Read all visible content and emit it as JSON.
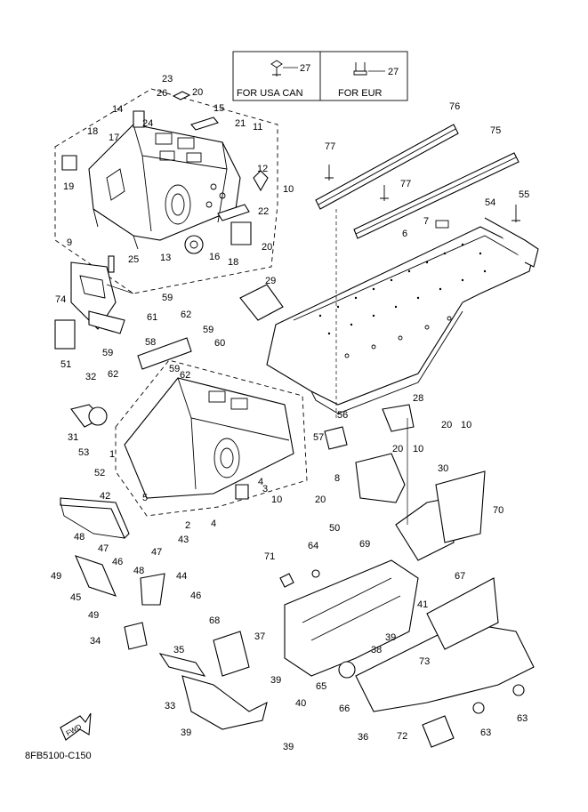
{
  "diagram_code": "8FB5100-C150",
  "variant_box": {
    "left_label": "FOR USA CAN",
    "right_label": "FOR EUR",
    "left_part": "27",
    "right_part": "27"
  },
  "fwd_label": "FWD",
  "callouts": [
    {
      "id": "c1",
      "text": "1"
    },
    {
      "id": "c2",
      "text": "2"
    },
    {
      "id": "c3",
      "text": "3"
    },
    {
      "id": "c4a",
      "text": "4"
    },
    {
      "id": "c4b",
      "text": "4"
    },
    {
      "id": "c5",
      "text": "5"
    },
    {
      "id": "c6",
      "text": "6"
    },
    {
      "id": "c7",
      "text": "7"
    },
    {
      "id": "c8",
      "text": "8"
    },
    {
      "id": "c9",
      "text": "9"
    },
    {
      "id": "c10a",
      "text": "10"
    },
    {
      "id": "c10b",
      "text": "10"
    },
    {
      "id": "c10c",
      "text": "10"
    },
    {
      "id": "c10d",
      "text": "10"
    },
    {
      "id": "c11",
      "text": "11"
    },
    {
      "id": "c12",
      "text": "12"
    },
    {
      "id": "c13",
      "text": "13"
    },
    {
      "id": "c14",
      "text": "14"
    },
    {
      "id": "c15",
      "text": "15"
    },
    {
      "id": "c16",
      "text": "16"
    },
    {
      "id": "c17",
      "text": "17"
    },
    {
      "id": "c18a",
      "text": "18"
    },
    {
      "id": "c18b",
      "text": "18"
    },
    {
      "id": "c19",
      "text": "19"
    },
    {
      "id": "c20a",
      "text": "20"
    },
    {
      "id": "c20b",
      "text": "20"
    },
    {
      "id": "c20c",
      "text": "20"
    },
    {
      "id": "c20d",
      "text": "20"
    },
    {
      "id": "c20e",
      "text": "20"
    },
    {
      "id": "c21",
      "text": "21"
    },
    {
      "id": "c22",
      "text": "22"
    },
    {
      "id": "c23",
      "text": "23"
    },
    {
      "id": "c24",
      "text": "24"
    },
    {
      "id": "c25",
      "text": "25"
    },
    {
      "id": "c26",
      "text": "26"
    },
    {
      "id": "c28",
      "text": "28"
    },
    {
      "id": "c29",
      "text": "29"
    },
    {
      "id": "c30",
      "text": "30"
    },
    {
      "id": "c31",
      "text": "31"
    },
    {
      "id": "c32",
      "text": "32"
    },
    {
      "id": "c33",
      "text": "33"
    },
    {
      "id": "c34",
      "text": "34"
    },
    {
      "id": "c35",
      "text": "35"
    },
    {
      "id": "c36",
      "text": "36"
    },
    {
      "id": "c37",
      "text": "37"
    },
    {
      "id": "c38",
      "text": "38"
    },
    {
      "id": "c39a",
      "text": "39"
    },
    {
      "id": "c39b",
      "text": "39"
    },
    {
      "id": "c39c",
      "text": "39"
    },
    {
      "id": "c39d",
      "text": "39"
    },
    {
      "id": "c40",
      "text": "40"
    },
    {
      "id": "c41",
      "text": "41"
    },
    {
      "id": "c42",
      "text": "42"
    },
    {
      "id": "c43",
      "text": "43"
    },
    {
      "id": "c44",
      "text": "44"
    },
    {
      "id": "c45",
      "text": "45"
    },
    {
      "id": "c46a",
      "text": "46"
    },
    {
      "id": "c46b",
      "text": "46"
    },
    {
      "id": "c47a",
      "text": "47"
    },
    {
      "id": "c47b",
      "text": "47"
    },
    {
      "id": "c48a",
      "text": "48"
    },
    {
      "id": "c48b",
      "text": "48"
    },
    {
      "id": "c49a",
      "text": "49"
    },
    {
      "id": "c49b",
      "text": "49"
    },
    {
      "id": "c50",
      "text": "50"
    },
    {
      "id": "c51",
      "text": "51"
    },
    {
      "id": "c52",
      "text": "52"
    },
    {
      "id": "c53",
      "text": "53"
    },
    {
      "id": "c54",
      "text": "54"
    },
    {
      "id": "c55",
      "text": "55"
    },
    {
      "id": "c56",
      "text": "56"
    },
    {
      "id": "c57",
      "text": "57"
    },
    {
      "id": "c58",
      "text": "58"
    },
    {
      "id": "c59a",
      "text": "59"
    },
    {
      "id": "c59b",
      "text": "59"
    },
    {
      "id": "c59c",
      "text": "59"
    },
    {
      "id": "c59d",
      "text": "59"
    },
    {
      "id": "c60",
      "text": "60"
    },
    {
      "id": "c61",
      "text": "61"
    },
    {
      "id": "c62a",
      "text": "62"
    },
    {
      "id": "c62b",
      "text": "62"
    },
    {
      "id": "c62c",
      "text": "62"
    },
    {
      "id": "c63a",
      "text": "63"
    },
    {
      "id": "c63b",
      "text": "63"
    },
    {
      "id": "c64",
      "text": "64"
    },
    {
      "id": "c65",
      "text": "65"
    },
    {
      "id": "c66",
      "text": "66"
    },
    {
      "id": "c67",
      "text": "67"
    },
    {
      "id": "c68",
      "text": "68"
    },
    {
      "id": "c69",
      "text": "69"
    },
    {
      "id": "c70",
      "text": "70"
    },
    {
      "id": "c71",
      "text": "71"
    },
    {
      "id": "c72",
      "text": "72"
    },
    {
      "id": "c73",
      "text": "73"
    },
    {
      "id": "c74",
      "text": "74"
    },
    {
      "id": "c75",
      "text": "75"
    },
    {
      "id": "c76",
      "text": "76"
    },
    {
      "id": "c77a",
      "text": "77"
    },
    {
      "id": "c77b",
      "text": "77"
    }
  ]
}
